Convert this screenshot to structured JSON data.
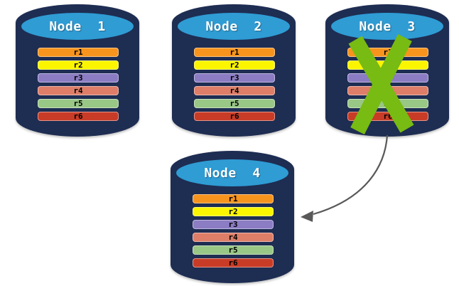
{
  "diagram": {
    "description": "Database replication failover diagram",
    "nodes": [
      {
        "label": "Node  1",
        "failed": false,
        "replicas": [
          {
            "label": "r1",
            "color": "#F7941E"
          },
          {
            "label": "r2",
            "color": "#FCF500"
          },
          {
            "label": "r3",
            "color": "#8B7CC3"
          },
          {
            "label": "r4",
            "color": "#DE7E68"
          },
          {
            "label": "r5",
            "color": "#99C786"
          },
          {
            "label": "r6",
            "color": "#C83C27"
          }
        ]
      },
      {
        "label": "Node  2",
        "failed": false,
        "replicas": [
          {
            "label": "r1",
            "color": "#F7941E"
          },
          {
            "label": "r2",
            "color": "#FCF500"
          },
          {
            "label": "r3",
            "color": "#8B7CC3"
          },
          {
            "label": "r4",
            "color": "#DE7E68"
          },
          {
            "label": "r5",
            "color": "#99C786"
          },
          {
            "label": "r6",
            "color": "#C83C27"
          }
        ]
      },
      {
        "label": "Node  3",
        "failed": true,
        "replicas": [
          {
            "label": "r1",
            "color": "#F7941E"
          },
          {
            "label": "r2",
            "color": "#FCF500"
          },
          {
            "label": "r3",
            "color": "#8B7CC3"
          },
          {
            "label": "r4",
            "color": "#DE7E68"
          },
          {
            "label": "r5",
            "color": "#99C786"
          },
          {
            "label": "r6",
            "color": "#C83C27"
          }
        ]
      },
      {
        "label": "Node  4",
        "failed": false,
        "replicas": [
          {
            "label": "r1",
            "color": "#F7941E"
          },
          {
            "label": "r2",
            "color": "#FCF500"
          },
          {
            "label": "r3",
            "color": "#8B7CC3"
          },
          {
            "label": "r4",
            "color": "#DE7E68"
          },
          {
            "label": "r5",
            "color": "#99C786"
          },
          {
            "label": "r6",
            "color": "#C83C27"
          }
        ]
      }
    ],
    "annotations": {
      "x_mark": {
        "on": "Node 3",
        "color": "#77BB13"
      },
      "arrow": {
        "from": "Node 3",
        "to": "Node 4",
        "color": "#595959"
      }
    },
    "colors": {
      "cylinder_body": "#1E2D52",
      "cylinder_top": "#2F9CD4",
      "node_label_text": "#FFFFFF",
      "replica_label_text": "#000000",
      "background": "#FFFFFF"
    }
  }
}
